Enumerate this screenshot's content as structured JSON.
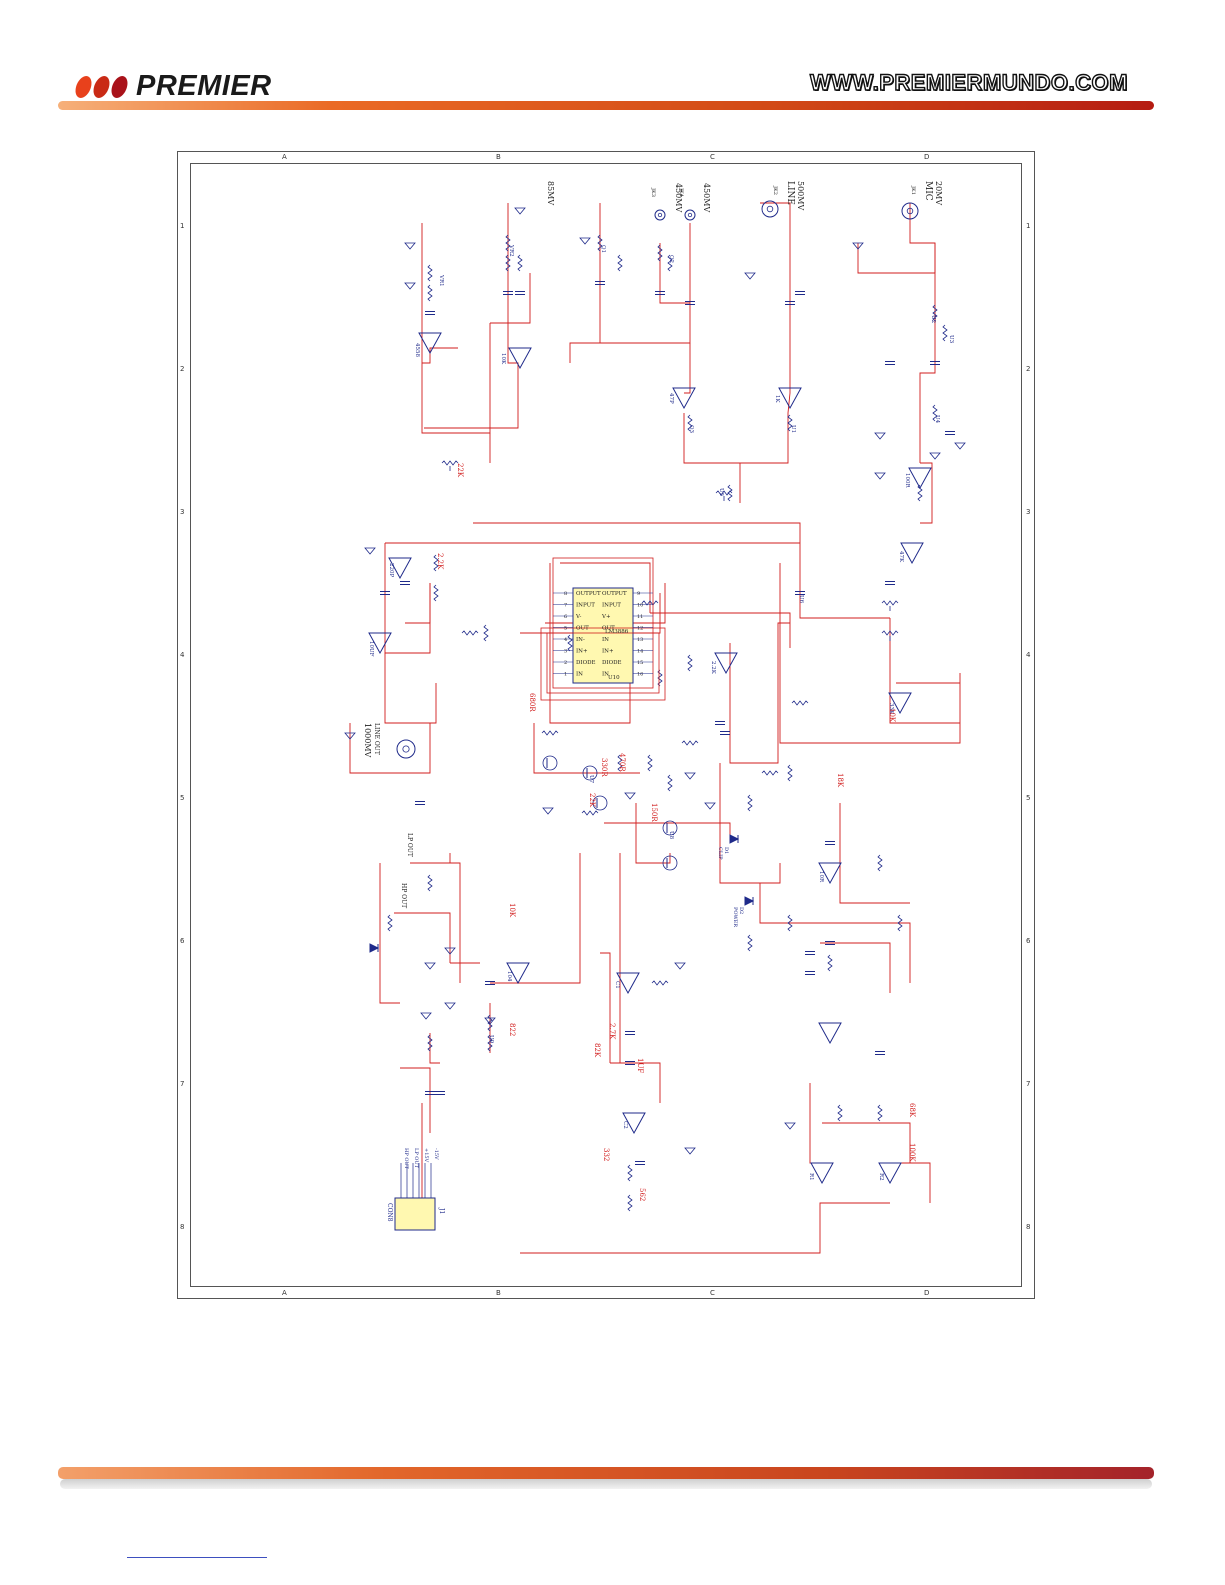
{
  "header": {
    "brand": "PREMIER",
    "url": "WWW.PREMIERMUNDO.COM",
    "dot_colors": [
      "#e8411c",
      "#c92a15",
      "#a9121a"
    ]
  },
  "frame": {
    "columns_top": [
      "A",
      "B",
      "C",
      "D"
    ],
    "columns_bottom": [
      "A",
      "B",
      "C",
      "D"
    ],
    "rows_left": [
      "1",
      "2",
      "3",
      "4",
      "5",
      "6",
      "7",
      "8"
    ],
    "rows_right": [
      "1",
      "2",
      "3",
      "4",
      "5",
      "6",
      "7",
      "8"
    ]
  },
  "schematic": {
    "colors": {
      "wire": "#d11c1c",
      "component": "#1f2a8a",
      "highlight_label": "#d11c1c",
      "ic_fill": "#fff8b0"
    },
    "ic": {
      "part": "LM3886",
      "ref": "U10",
      "pins_left": [
        "OUTPUT",
        "INPUT",
        "V-",
        "OUT",
        "IN-",
        "IN+",
        "DIODE",
        "IN"
      ],
      "pins_right": [
        "OUTPUT",
        "INPUT",
        "V+",
        "OUT",
        "IN",
        "IN+",
        "DIODE",
        "IN"
      ],
      "pin_numbers_left": [
        "8",
        "7",
        "6",
        "5",
        "4",
        "3",
        "2",
        "1"
      ],
      "pin_numbers_right": [
        "9",
        "10",
        "11",
        "12",
        "13",
        "14",
        "15",
        "16"
      ]
    },
    "inputs": [
      {
        "label": "MIC",
        "ref": "JK1",
        "level": "20MV"
      },
      {
        "label": "LINE",
        "ref": "JK2",
        "level": "500MV"
      },
      {
        "ref": "JK3",
        "level": "450MV"
      },
      {
        "ref": "JK4",
        "level": "450MV"
      },
      {
        "level": "85MV"
      }
    ],
    "outputs": [
      {
        "label": "LINE OUT",
        "level": "1000MV"
      },
      {
        "label": "LP OUT"
      },
      {
        "label": "HP OUT"
      }
    ],
    "connector": {
      "ref": "J1",
      "label": "CON8",
      "pin_labels": [
        "HP OUT",
        "LP OUT",
        "+15V",
        "-15V"
      ]
    },
    "leds": [
      {
        "ref": "D1",
        "label": "CLIP"
      },
      {
        "ref": "D2",
        "label": "POWER"
      }
    ],
    "red_labels": [
      "22K",
      "10K",
      "2.2K",
      "680R",
      "330R",
      "470R",
      "150R",
      "22K",
      "10K",
      "18K",
      "2.7K",
      "82K",
      "100K",
      "1UF",
      "332",
      "562",
      "822",
      "68K"
    ],
    "blue_labels": [
      "4558",
      "10K",
      "47P",
      "1K",
      "100R",
      "47K",
      "220P",
      "10UF",
      "2.2K",
      "33K",
      "10R",
      "104",
      "C1",
      "C2",
      "R1",
      "R2",
      "VR1",
      "VR2",
      "Q1",
      "Q2",
      "Q3",
      "U1",
      "U2",
      "U3",
      "U4",
      "U5",
      "U6",
      "U7",
      "U8",
      "U9"
    ]
  }
}
